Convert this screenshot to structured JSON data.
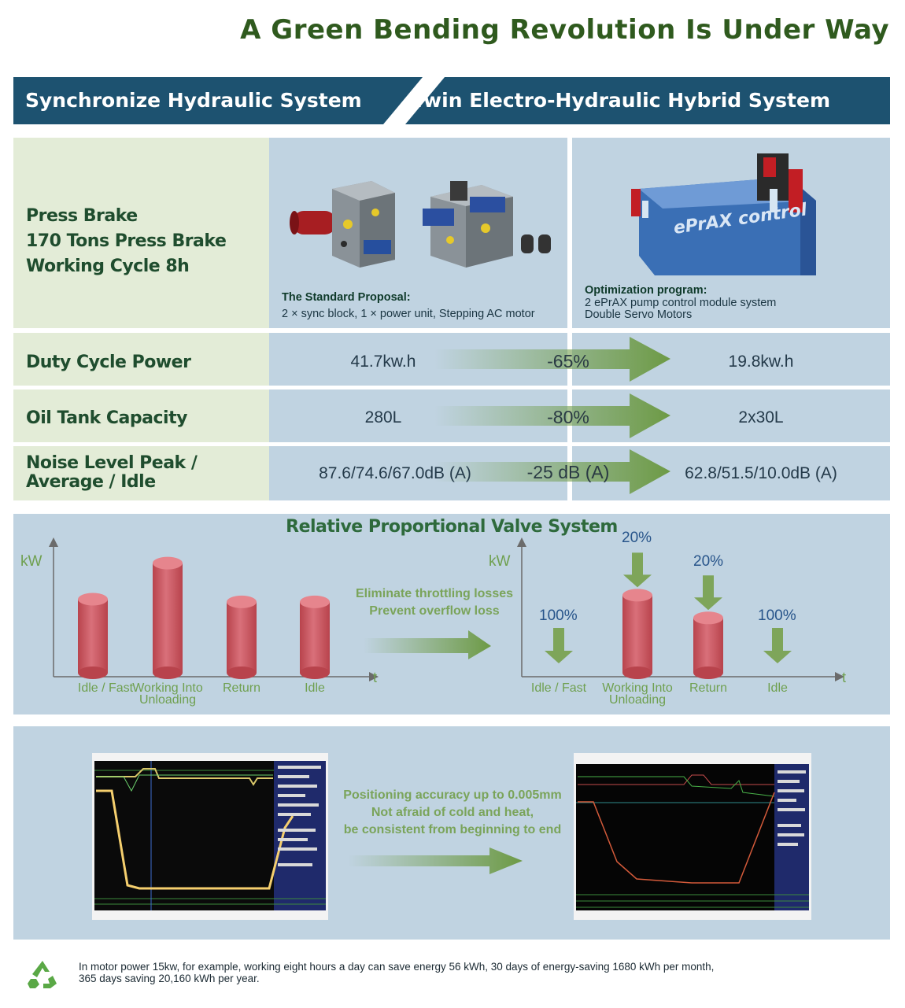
{
  "title": "A Green Bending Revolution Is Under Way",
  "banner": {
    "left": "Synchronize Hydraulic System",
    "right": "Twin Electro-Hydraulic Hybrid System",
    "color": "#1d5270"
  },
  "header_row": {
    "label_lines": [
      "Press Brake",
      "170 Tons Press Brake",
      "Working Cycle 8h"
    ],
    "standard": {
      "title": "The Standard Proposal:",
      "desc": "2 × sync block, 1 × power unit, Stepping AC motor"
    },
    "optimized": {
      "title": "Optimization program:",
      "line1": "2 ePrAX pump control module system",
      "line2": "Double Servo Motors",
      "machine_text": "ePrAX control"
    }
  },
  "rows": [
    {
      "label_lines": [
        "Duty Cycle Power"
      ],
      "standard": "41.7kw.h",
      "change": "-65%",
      "optimized": "19.8kw.h"
    },
    {
      "label_lines": [
        "Oil Tank Capacity"
      ],
      "standard": "280L",
      "change": "-80%",
      "optimized": "2x30L"
    },
    {
      "label_lines": [
        "Noise Level Peak /",
        "Average / Idle"
      ],
      "standard": "87.6/74.6/67.0dB (A)",
      "change": "-25 dB (A)",
      "optimized": "62.8/51.5/10.0dB (A)"
    }
  ],
  "valve": {
    "title": "Relative Proportional Valve System",
    "note_lines": [
      "Eliminate throttling losses",
      "Prevent overflow loss"
    ],
    "y_axis": "kW",
    "x_axis": "t",
    "left_chart": {
      "categories": [
        [
          "Idle / Fast"
        ],
        [
          "Working Into",
          "Unloading"
        ],
        [
          "Return"
        ],
        [
          "Idle"
        ]
      ],
      "levels": [
        0.55,
        0.82,
        0.53,
        0.53
      ]
    },
    "right_chart": {
      "categories": [
        [
          "Idle / Fast"
        ],
        [
          "Working Into",
          "Unloading"
        ],
        [
          "Return"
        ],
        [
          "Idle"
        ]
      ],
      "percentages": [
        "100%",
        "20%",
        "20%",
        "100%"
      ],
      "levels": [
        0,
        0.58,
        0.41,
        0
      ]
    }
  },
  "accuracy": {
    "note_lines": [
      "Positioning accuracy up to 0.005mm",
      "Not afraid of cold and heat,",
      "be consistent from beginning to end"
    ]
  },
  "footer": {
    "line1": "In motor power 15kw, for example, working eight hours a day can save energy 56 kWh, 30 days of energy-saving 1680 kWh per month,",
    "line2": "365 days saving 20,160 kWh per year."
  },
  "colors": {
    "green_cell": "#e3ecd7",
    "blue_cell": "#c0d3e1",
    "arrow_green": "#6d9a45",
    "cylinder_red": "#c9515a",
    "label_green": "#1f4d2e"
  }
}
